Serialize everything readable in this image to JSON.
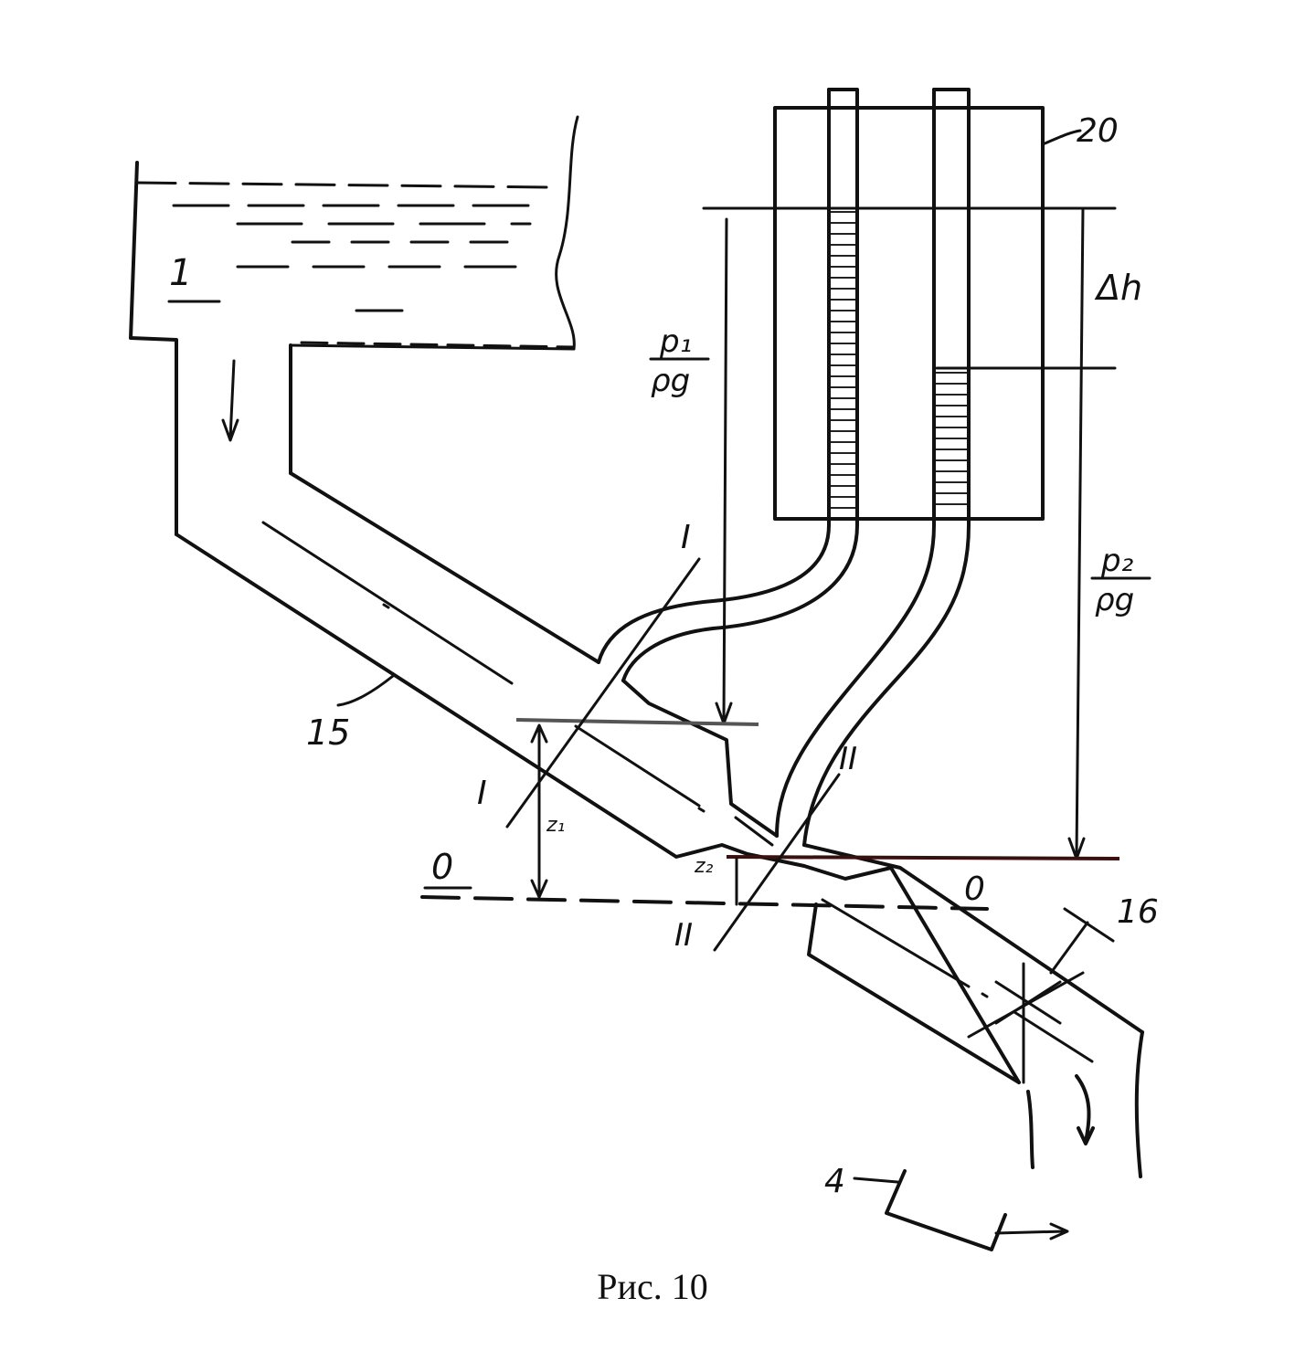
{
  "figure": {
    "caption": "Рис. 10"
  },
  "labels": {
    "tank": "1",
    "pipe": "15",
    "valve": "16",
    "piezometer_board": "20",
    "measuring_vessel": "4",
    "datum_left": "0",
    "datum_right": "0",
    "section_1_top": "I",
    "section_1_bottom": "I",
    "section_2_top": "II",
    "section_2_bottom": "II",
    "delta_h": "Δh",
    "z1": "z₁",
    "z2": "z₂",
    "p1_num": "p₁",
    "p1_den": "ρg",
    "p2_num": "p₂",
    "p2_den": "ρg"
  },
  "colors": {
    "ink": "#111111",
    "head_line": "#3a1010"
  }
}
